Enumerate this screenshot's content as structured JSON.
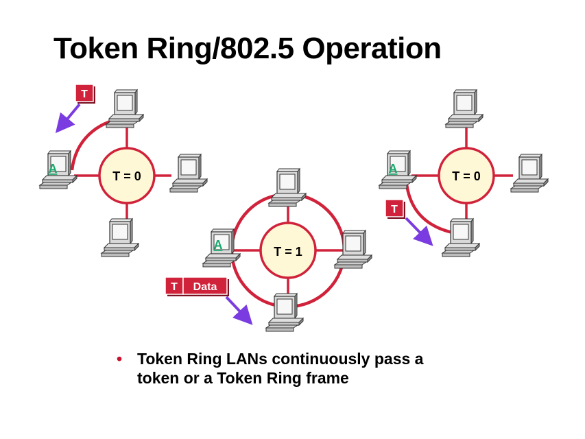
{
  "slide": {
    "title": "Token Ring/802.5 Operation"
  },
  "rings": [
    {
      "id": "ring-left",
      "hub_label": "T = 0",
      "station_label": "A",
      "token_label": "T"
    },
    {
      "id": "ring-middle",
      "hub_label": "T = 1",
      "station_label": "A",
      "token_label": "T",
      "data_label": "Data"
    },
    {
      "id": "ring-right",
      "hub_label": "T = 0",
      "station_label": "A",
      "token_label": "T"
    }
  ],
  "bullet": {
    "line1": "Token Ring LANs continuously pass a",
    "line2": "token or a Token Ring frame",
    "marker": "•"
  },
  "colors": {
    "ring": "#d0223a",
    "hub_fill": "#fff8d6",
    "token_fill": "#d0223a",
    "arrow": "#7a3be0",
    "station_label": "#19a86b"
  },
  "icons": {
    "station": "computer-workstation-icon",
    "arrow": "motion-arrow-icon"
  }
}
